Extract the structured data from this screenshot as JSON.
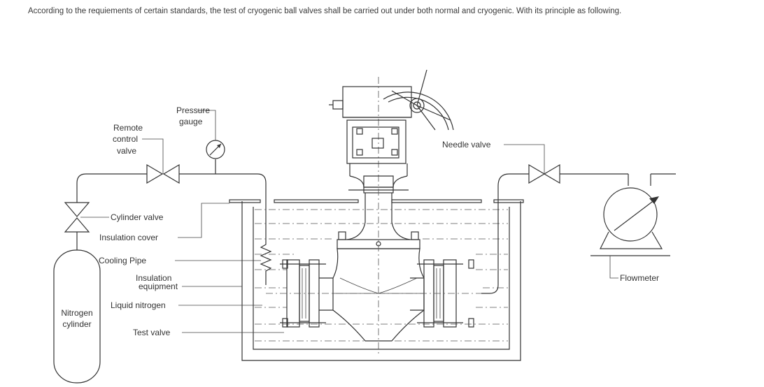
{
  "intro": "According to the requiements of certain standards, the test of cryogenic ball valves shall be carried out under both normal and cryogenic. With its principle as following.",
  "labels": {
    "pressure_gauge": [
      "Pressure",
      "gauge"
    ],
    "remote_control_valve": [
      "Remote",
      "control",
      "valve"
    ],
    "needle_valve": "Needle valve",
    "cylinder_valve": "Cylinder valve",
    "insulation_cover": "Insulation cover",
    "cooling_pipe": "Cooling Pipe",
    "insulation_equipment": [
      "Insulation",
      "equipment"
    ],
    "liquid_nitrogen": "Liquid nitrogen",
    "test_valve": "Test valve",
    "nitrogen_cylinder": [
      "Nitrogen",
      "cylinder"
    ],
    "flowmeter": "Flowmeter"
  }
}
